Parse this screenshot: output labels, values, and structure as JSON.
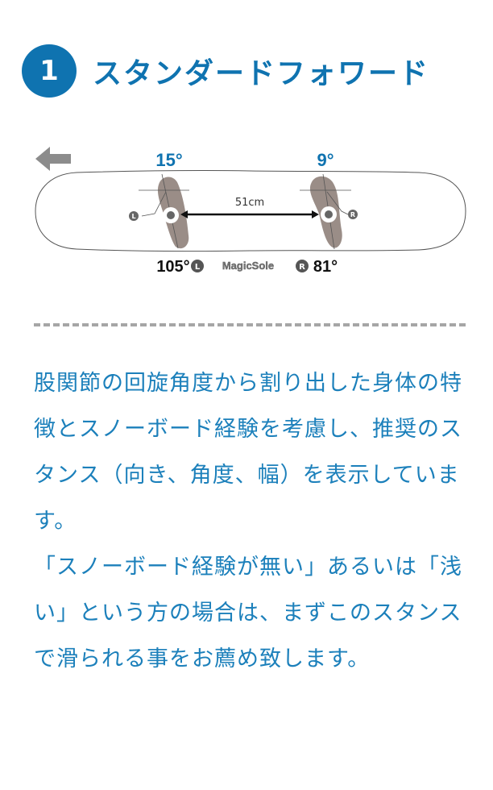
{
  "header": {
    "number": "1",
    "title": "スタンダードフォワード"
  },
  "diagram": {
    "direction_arrow": "arrow-left-icon",
    "front_angle": "15°",
    "rear_angle": "9°",
    "stance_width": "51cm",
    "front_foot_label": "L",
    "rear_foot_label": "R",
    "front_inner_angle": "105°",
    "rear_inner_angle": "81°",
    "logo_text": "MagicSole",
    "colors": {
      "angle_blue": "#0f73b0",
      "foot_gray": "#9a8d87",
      "board_outline": "#555555"
    }
  },
  "description": {
    "paragraph_1": "股関節の回旋角度から割り出した身体の特徴とスノーボード経験を考慮し、推奨のスタンス（向き、角度、幅）を表示しています。",
    "paragraph_2": "「スノーボード経験が無い」あるいは「浅い」という方の場合は、まずこのスタンスで滑られる事をお薦め致します。"
  },
  "colors": {
    "accent": "#0f73b0",
    "text": "#1c80bb",
    "divider": "#a6a6a6"
  }
}
